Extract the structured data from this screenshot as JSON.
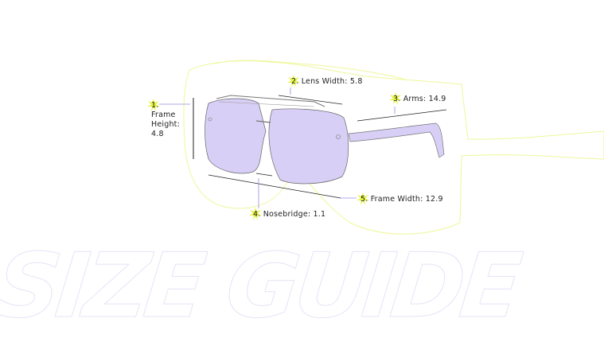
{
  "title": "SIZE GUIDE",
  "measurements": [
    {
      "num": "1.",
      "label": "Frame Height:",
      "value": "4.8"
    },
    {
      "num": "2.",
      "label": "Lens Width:",
      "value": "5.8"
    },
    {
      "num": "3.",
      "label": "Arms:",
      "value": "14.9"
    },
    {
      "num": "4.",
      "label": "Nosebridge:",
      "value": "1.1"
    },
    {
      "num": "5.",
      "label": "Frame Width:",
      "value": "12.9"
    }
  ],
  "colors": {
    "lens": "#d8cff6",
    "accent": "#e6f542",
    "pointer": "#9b8ae0",
    "outline": "#eef79a"
  }
}
